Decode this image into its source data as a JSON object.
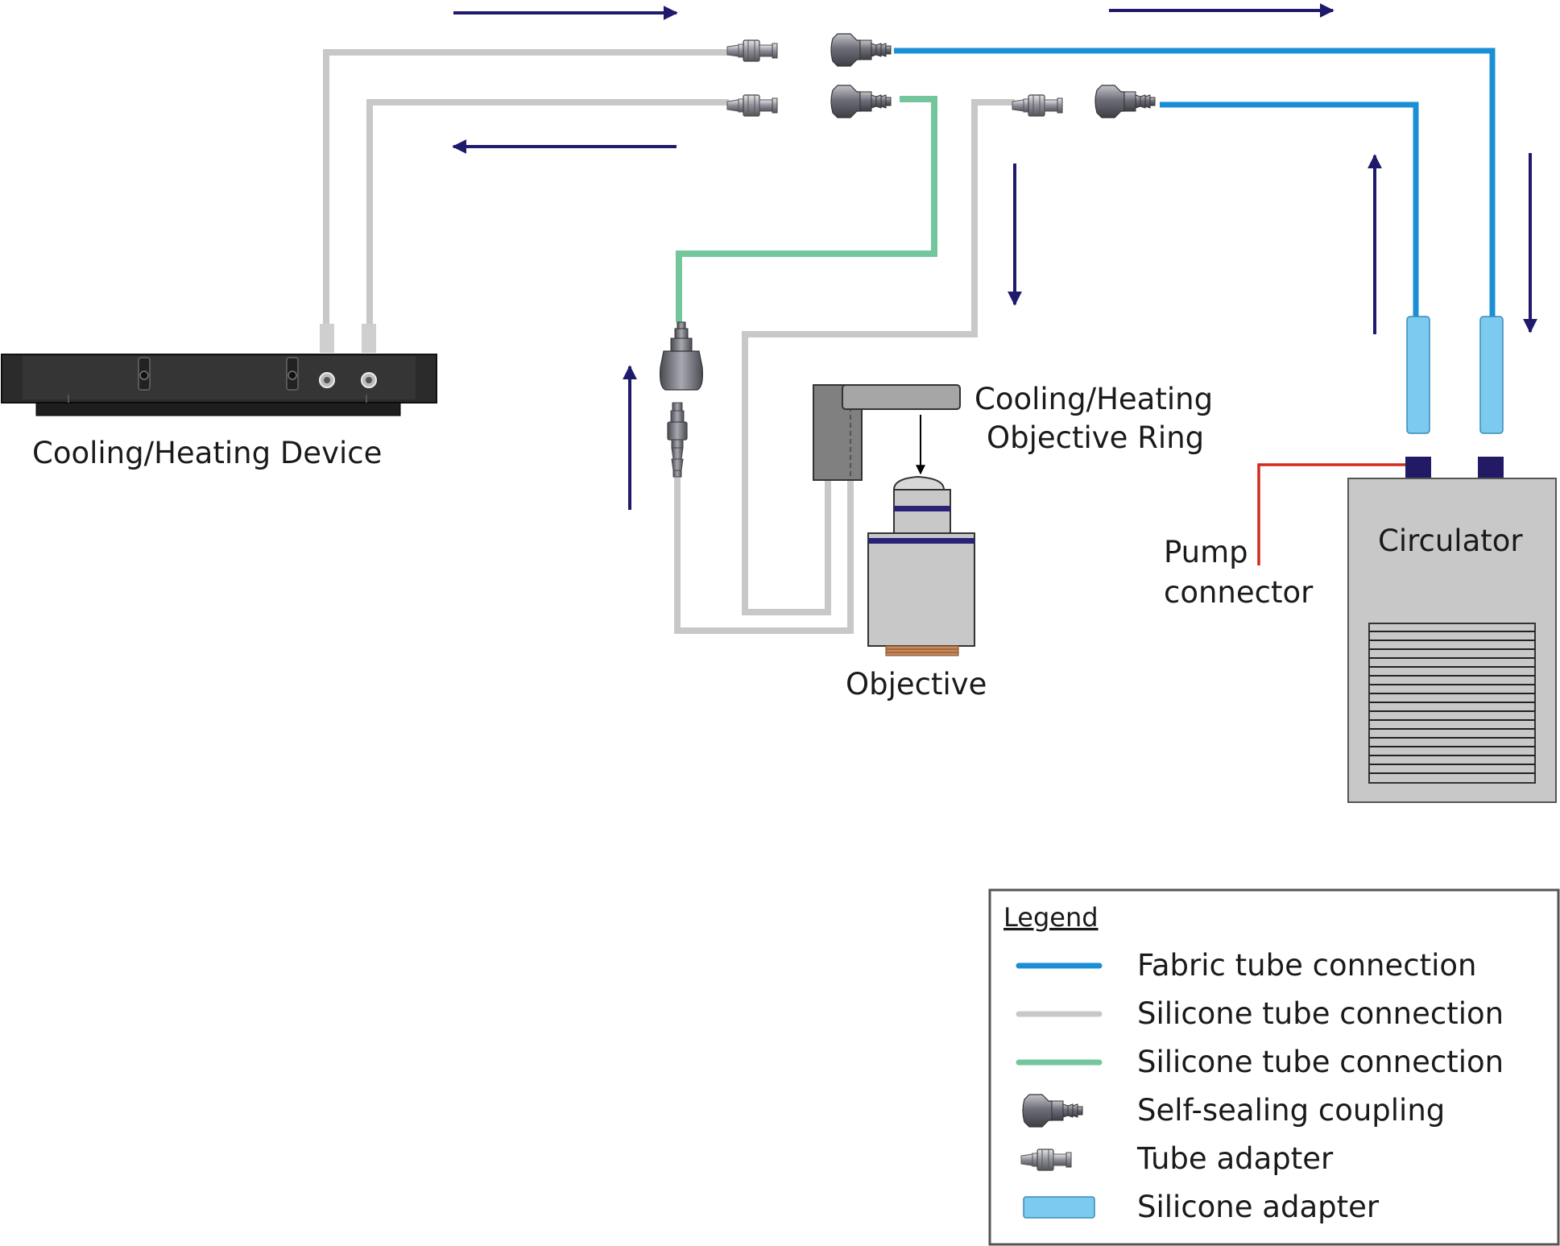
{
  "labels": {
    "device": "Cooling/Heating Device",
    "ring_line1": "Cooling/Heating",
    "ring_line2": "Objective Ring",
    "objective": "Objective",
    "circulator": "Circulator",
    "pump_line1": "Pump",
    "pump_line2": "connector"
  },
  "legend": {
    "title": "Legend",
    "items": [
      {
        "label": "Fabric tube connection",
        "symbol": "line",
        "color": "#1a8fd6"
      },
      {
        "label": "Silicone tube connection",
        "symbol": "line",
        "color": "#c8c8c8"
      },
      {
        "label": "Silicone tube connection",
        "symbol": "line",
        "color": "#74c69d"
      },
      {
        "label": "Self-sealing coupling",
        "symbol": "self-sealing-coupling-icon"
      },
      {
        "label": "Tube adapter",
        "symbol": "tube-adapter-icon"
      },
      {
        "label": "Silicone adapter",
        "symbol": "silicone-adapter-icon",
        "color": "#7dcaf0"
      }
    ]
  },
  "colors": {
    "fabric_tube": "#1a8fd6",
    "silicone_tube_gray": "#c8c8c8",
    "silicone_tube_green": "#74c69d",
    "flow_arrow": "#1f1a6b",
    "pump_wire": "#d42a1e",
    "silicone_adapter": "#7dcaf0"
  }
}
